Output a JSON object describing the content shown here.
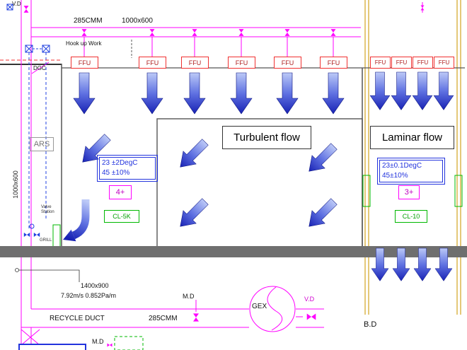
{
  "colors": {
    "magenta": "#FF00FF",
    "red": "#F03030",
    "blue": "#2233DD",
    "green": "#00B800",
    "yellow": "#D2A420",
    "floor_gray": "#6F6F6F",
    "arrow_blue_light": "#BCC9F7",
    "arrow_blue_dark": "#1822B4"
  },
  "top": {
    "vd": "V.D",
    "cmm": "285CMM",
    "size": "1000x600",
    "hookup": "Hook up Work",
    "dgc": "DGC"
  },
  "ffu": "FFU",
  "left_side": {
    "ars": "ARS",
    "riser_size": "1000x600",
    "valve_line1": "Valve",
    "valve_line2": "Station",
    "grill": "GRILL"
  },
  "turbulent": {
    "label": "Turbulent flow",
    "temp": "23 ±2DegC",
    "rh": "45 ±10%",
    "count": "4+",
    "class": "CL-5K"
  },
  "laminar": {
    "label": "Laminar flow",
    "temp": "23±0.1DegC",
    "rh": "45±10%",
    "count": "3+",
    "class": "CL-10"
  },
  "bottom": {
    "size": "1400x900",
    "spec": "7.92m/s 0.852Pa/m",
    "md": "M.D",
    "gex": "GEX",
    "vd": "V.D",
    "recycle": "RECYCLE DUCT",
    "cmm": "285CMM",
    "bd": "B.D",
    "md2": "M.D"
  }
}
